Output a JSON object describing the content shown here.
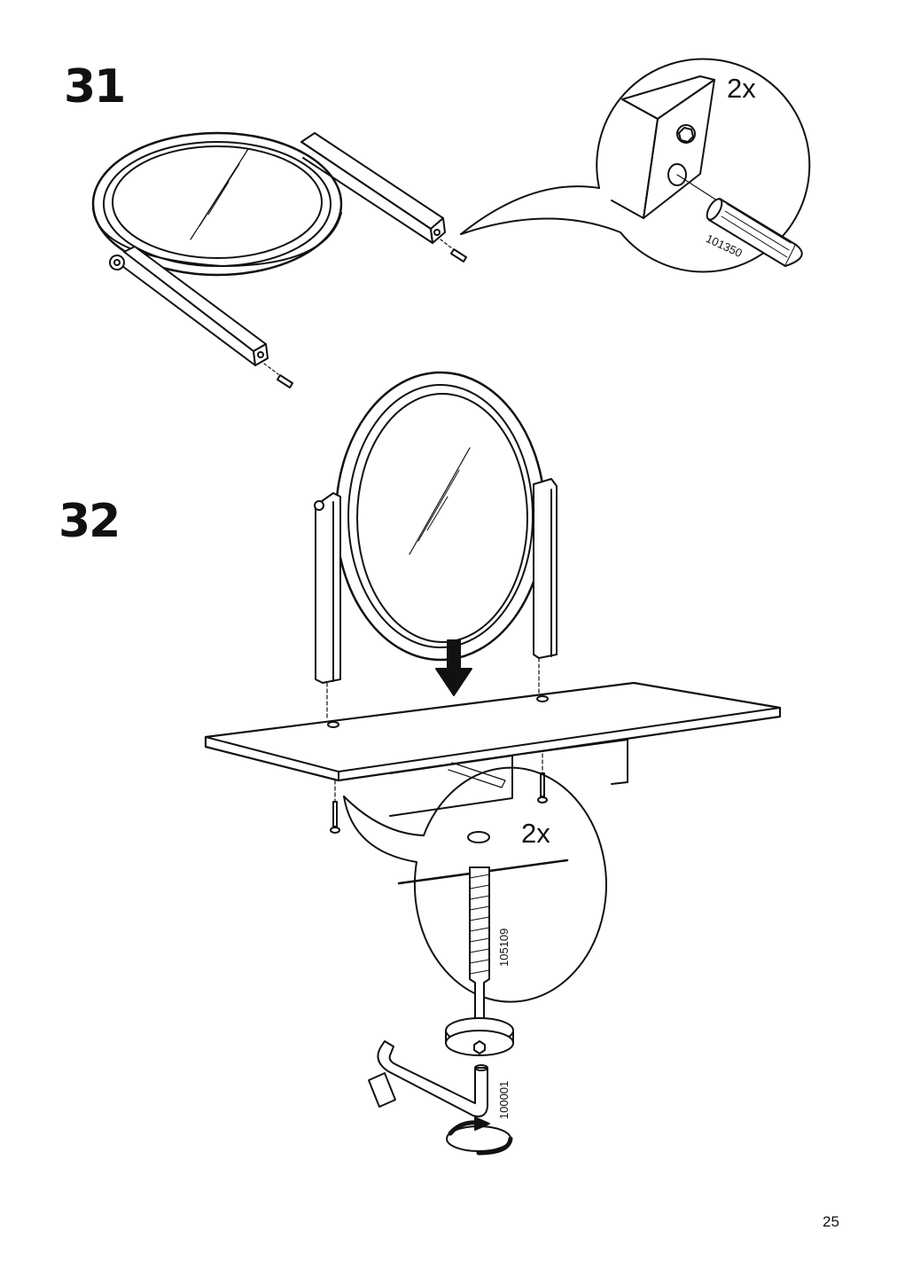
{
  "steps": [
    {
      "number": "31",
      "callout_quantity": "2x",
      "part_number": "101350"
    },
    {
      "number": "32",
      "callout_quantity": "2x",
      "part_number": "105109",
      "tool_part_number": "100001"
    }
  ],
  "page_number": "25",
  "icons": [
    "mirror-frame",
    "side-post",
    "wooden-dowel",
    "screw",
    "allen-key",
    "arrow-down",
    "rotate-arrow"
  ]
}
